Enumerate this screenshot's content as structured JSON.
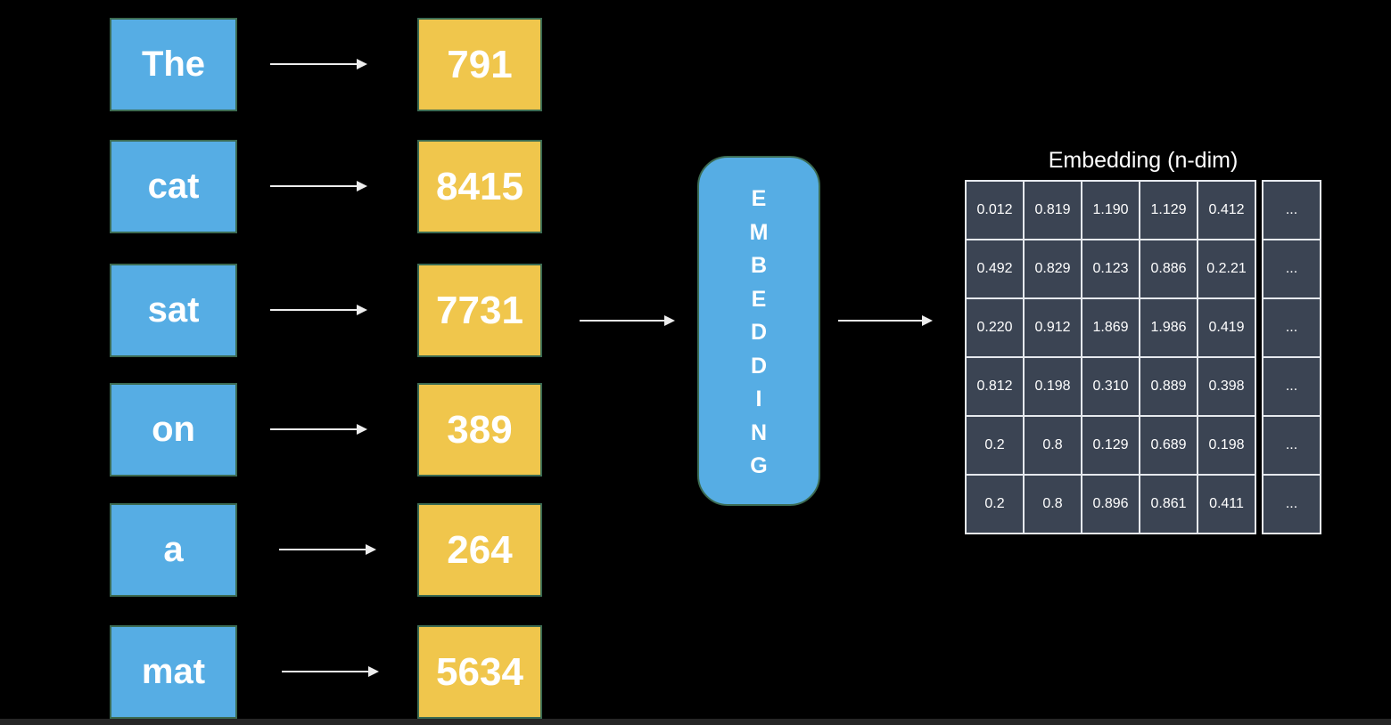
{
  "diagram": {
    "rows": [
      {
        "word": "The",
        "token": "791"
      },
      {
        "word": "cat",
        "token": "8415"
      },
      {
        "word": "sat",
        "token": "7731"
      },
      {
        "word": "on",
        "token": "389"
      },
      {
        "word": "a",
        "token": "264"
      },
      {
        "word": "mat",
        "token": "5634"
      }
    ],
    "embedding_block": {
      "letters": [
        "E",
        "M",
        "B",
        "E",
        "D",
        "D",
        "I",
        "N",
        "G"
      ]
    },
    "matrix": {
      "title": "Embedding (n-dim)",
      "rows": [
        [
          "0.012",
          "0.819",
          "1.190",
          "1.129",
          "0.412",
          "..."
        ],
        [
          "0.492",
          "0.829",
          "0.123",
          "0.886",
          "0.2.21",
          "..."
        ],
        [
          "0.220",
          "0.912",
          "1.869",
          "1.986",
          "0.419",
          "..."
        ],
        [
          "0.812",
          "0.198",
          "0.310",
          "0.889",
          "0.398",
          "..."
        ],
        [
          "0.2",
          "0.8",
          "0.129",
          "0.689",
          "0.198",
          "..."
        ],
        [
          "0.2",
          "0.8",
          "0.896",
          "0.861",
          "0.411",
          "..."
        ]
      ]
    },
    "colors": {
      "background": "#000000",
      "word_box": "#56ADE4",
      "token_box": "#F0C64C",
      "box_border": "#3C6B52",
      "matrix_cell": "#3B4453",
      "matrix_border": "#E6E9EE",
      "arrow": "#EDEDED",
      "text": "#FFFFFF"
    }
  }
}
